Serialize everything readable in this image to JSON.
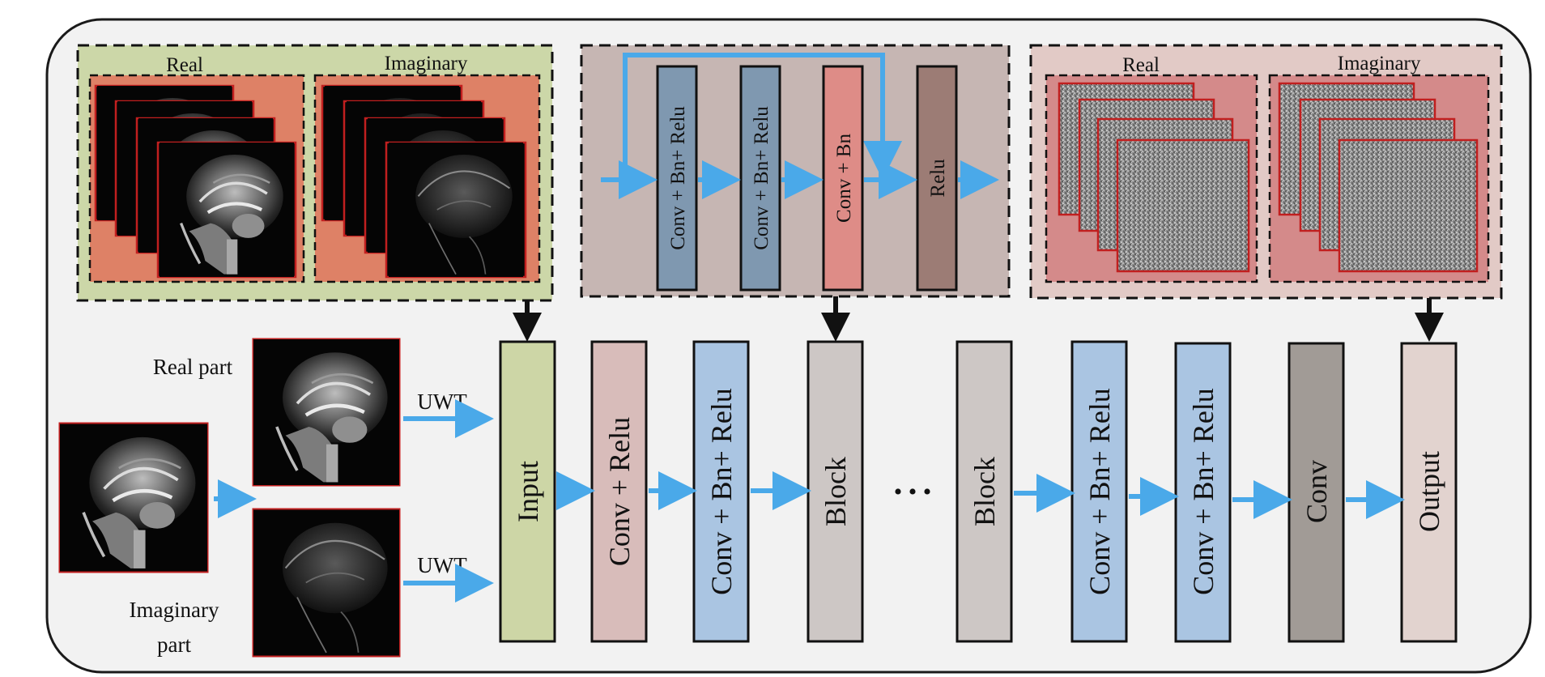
{
  "colors": {
    "arrow_blue": "#4aa9e9",
    "input_green": "#cdd6a6",
    "conv_relu": "#d8bcba",
    "bn_blue": "#aac5e2",
    "block_gray": "#cdc7c5",
    "conv_dark": "#a19b96",
    "output_pink": "#e2d3cf",
    "mri_frame_red": "#c11f1f",
    "input_panel_bg": "#ccd7a8",
    "input_inner_bg": "#de8166",
    "block_panel_bg": "#c6b6b3",
    "output_panel_bg": "#e2cac6",
    "output_inner_bg": "#d48a8a",
    "inner_conv_bn_relu": "#7f98b0",
    "inner_conv_bn": "#de8c87",
    "inner_relu": "#9c7c75"
  },
  "input_panel": {
    "real_label": "Real",
    "imaginary_label": "Imaginary"
  },
  "block_panel": {
    "layers": [
      "Conv + Bn+ Relu",
      "Conv + Bn+ Relu",
      "Conv + Bn",
      "Relu"
    ]
  },
  "output_panel": {
    "real_label": "Real",
    "imaginary_label": "Imaginary"
  },
  "left": {
    "real_part_label": "Real part",
    "imaginary_part_line1": "Imaginary",
    "imaginary_part_line2": "part",
    "uwt_top": "UWT",
    "uwt_bottom": "UWT"
  },
  "pipeline": {
    "layers": [
      "Input",
      "Conv + Relu",
      "Conv + Bn+ Relu",
      "Block",
      "Block",
      "Conv + Bn+ Relu",
      "Conv + Bn+ Relu",
      "Conv",
      "Output"
    ],
    "ellipsis": "• • •"
  }
}
